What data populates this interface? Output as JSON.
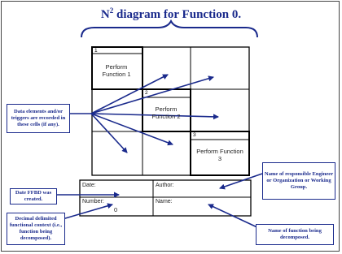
{
  "title": {
    "prefix": "N",
    "superscript": "2",
    "rest": " diagram for Function 0."
  },
  "functions": [
    {
      "number": "1",
      "label": "Perform Function 1"
    },
    {
      "number": "2",
      "label": "Perform Function 2"
    },
    {
      "number": "3",
      "label": "Perform Function 3"
    }
  ],
  "fields": {
    "date": "Date:",
    "author": "Author:",
    "number": "Number:",
    "number_value": "0",
    "name": "Name:"
  },
  "callouts": {
    "data_elements": "Data elements and/or triggers are recorded in these cells (if any).",
    "date_ffbd": "Date FFBD was created.",
    "decimal": "Decimal delimited functional context (i.e., function being decomposed).",
    "engineer": "Name of responsible Engineer or Organization or Working Group.",
    "function_name": "Name of function being decomposed."
  },
  "colors": {
    "accent": "#1a2a8c",
    "line": "#000000"
  }
}
